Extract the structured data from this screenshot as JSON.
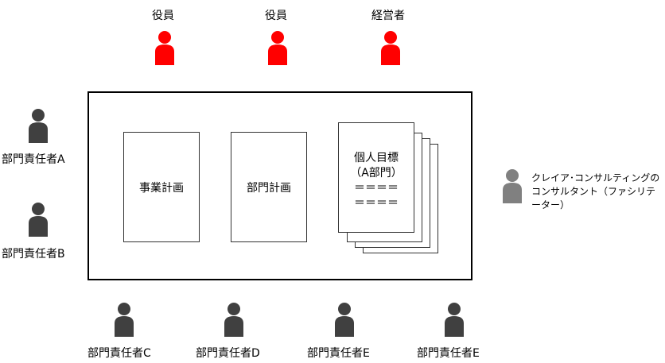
{
  "top_people": [
    {
      "label": "役員",
      "role": "executive",
      "color": "#ff0000"
    },
    {
      "label": "役員",
      "role": "executive",
      "color": "#ff0000"
    },
    {
      "label": "経営者",
      "role": "owner",
      "color": "#ff0000"
    }
  ],
  "left_people": [
    {
      "label": "部門責任者A",
      "color": "#404040"
    },
    {
      "label": "部門責任者B",
      "color": "#404040"
    }
  ],
  "bottom_people": [
    {
      "label": "部門責任者C",
      "color": "#404040"
    },
    {
      "label": "部門責任者D",
      "color": "#404040"
    },
    {
      "label": "部門責任者E",
      "color": "#404040"
    },
    {
      "label": "部門責任者E",
      "color": "#404040"
    }
  ],
  "documents": {
    "business_plan": "事業計画",
    "dept_plan": "部門計画",
    "goals_line1": "個人目標",
    "goals_line2": "（A部門）",
    "goals_line3": "＝＝＝＝",
    "goals_line4": "＝＝＝＝"
  },
  "consultant": {
    "line1": "クレイア･コンサルティングの",
    "line2": "コンサルタント（ファシリテ",
    "line3": "ーター）",
    "color": "#808080"
  }
}
